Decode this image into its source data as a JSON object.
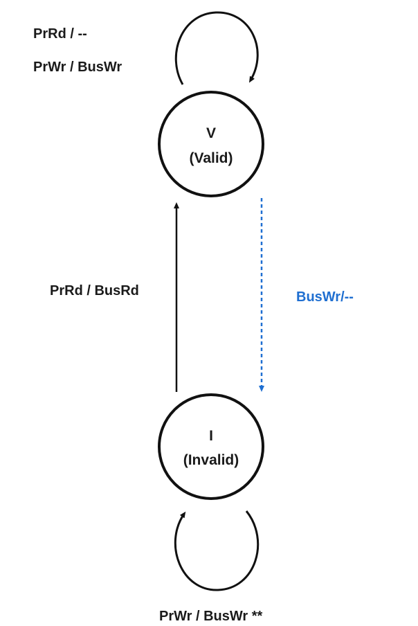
{
  "states": {
    "valid": {
      "symbol": "V",
      "name": "(Valid)"
    },
    "invalid": {
      "symbol": "I",
      "name": "(Invalid)"
    }
  },
  "transitions": {
    "valid_self": {
      "line1": "PrRd / --",
      "line2": "PrWr / BusWr"
    },
    "invalid_to_valid": {
      "label": "PrRd / BusRd"
    },
    "valid_to_invalid": {
      "label": "BusWr/--"
    },
    "invalid_self": {
      "label": "PrWr / BusWr **"
    }
  },
  "colors": {
    "stroke": "#111111",
    "bus_transition": "#1f6fd1"
  }
}
